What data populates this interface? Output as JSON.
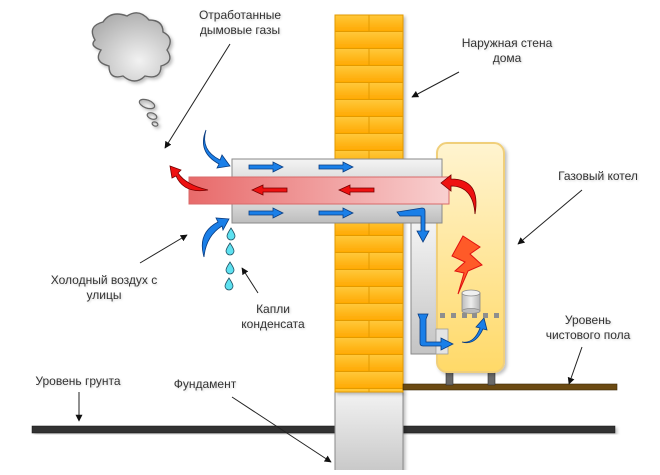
{
  "diagram": {
    "title": "Коаксиальный дымоход газового котла",
    "labels": {
      "flue_gas": [
        "Отработанные",
        "дымовые газы"
      ],
      "outer_wall": [
        "Наружная стена",
        "дома"
      ],
      "gas_boiler": [
        "Газовый котел"
      ],
      "cold_air": [
        "Холодный воздух с",
        "улицы"
      ],
      "condensate": [
        "Капли",
        "конденсата"
      ],
      "floor_level": [
        "Уровень",
        "чистового пола"
      ],
      "ground_level": [
        "Уровень грунта"
      ],
      "foundation": [
        "Фундамент"
      ]
    },
    "components": [
      {
        "id": "cloud",
        "icon": "smoke-cloud-icon"
      },
      {
        "id": "brick-wall",
        "icon": "brick-wall"
      },
      {
        "id": "foundation-block",
        "icon": "concrete-block"
      },
      {
        "id": "coaxial-outer-pipe",
        "icon": "pipe"
      },
      {
        "id": "coaxial-inner-pipe",
        "icon": "pipe"
      },
      {
        "id": "boiler-body",
        "icon": "boiler"
      },
      {
        "id": "flame",
        "icon": "lightning-flame-icon"
      },
      {
        "id": "burner",
        "icon": "cylinder-burner-icon"
      },
      {
        "id": "condensate-drops",
        "icon": "water-drop-icon",
        "count": 4
      }
    ],
    "colors": {
      "brick": "#FFB612",
      "brick_line": "#E39A00",
      "exhaust_pipe": "#E87373",
      "air_pipe": "#D4D4D4",
      "cold_arrow": "#1A7FE8",
      "hot_arrow": "#EE1111",
      "boiler": "#FFE69A",
      "boiler_border": "#F4D47A",
      "flame": "#FF5A28",
      "drop": "#5EE1F0",
      "floor": "#6B4A12",
      "ground": "#333333"
    }
  }
}
